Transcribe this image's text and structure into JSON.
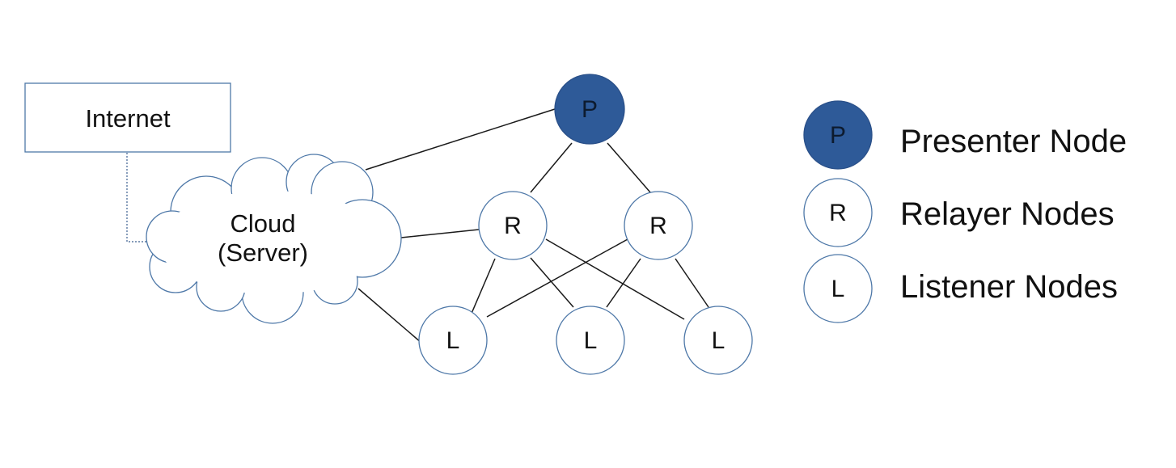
{
  "internet": {
    "label": "Internet"
  },
  "cloud": {
    "line1": "Cloud",
    "line2": "(Server)"
  },
  "nodes": {
    "presenter": "P",
    "relayer_left": "R",
    "relayer_right": "R",
    "listener_left": "L",
    "listener_middle": "L",
    "listener_right": "L"
  },
  "legend": {
    "presenter": {
      "symbol": "P",
      "label": "Presenter Node"
    },
    "relayer": {
      "symbol": "R",
      "label": "Relayer Nodes"
    },
    "listener": {
      "symbol": "L",
      "label": "Listener Nodes"
    }
  },
  "colors": {
    "presenter_fill": "#2e5a98",
    "node_outline": "#4e78a8",
    "edge": "#1a1a1a"
  }
}
